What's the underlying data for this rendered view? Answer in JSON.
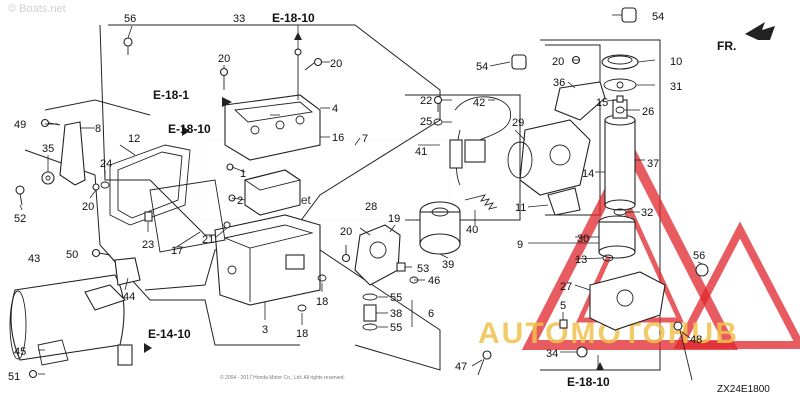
{
  "diagram": {
    "part_numbers": [
      {
        "id": "p56a",
        "text": "56"
      },
      {
        "id": "p33",
        "text": "33"
      },
      {
        "id": "p54a",
        "text": "54"
      },
      {
        "id": "p20a",
        "text": "20"
      },
      {
        "id": "p20b",
        "text": "20"
      },
      {
        "id": "p4",
        "text": "4"
      },
      {
        "id": "p49",
        "text": "49"
      },
      {
        "id": "p8",
        "text": "8"
      },
      {
        "id": "p12",
        "text": "12"
      },
      {
        "id": "p16",
        "text": "16"
      },
      {
        "id": "p7",
        "text": "7"
      },
      {
        "id": "p35",
        "text": "35"
      },
      {
        "id": "p24",
        "text": "24"
      },
      {
        "id": "p41",
        "text": "41"
      },
      {
        "id": "p1",
        "text": "1"
      },
      {
        "id": "p52",
        "text": "52"
      },
      {
        "id": "p20c",
        "text": "20"
      },
      {
        "id": "p2",
        "text": "2"
      },
      {
        "id": "p23",
        "text": "23"
      },
      {
        "id": "p21",
        "text": "21"
      },
      {
        "id": "p17",
        "text": "17"
      },
      {
        "id": "p43",
        "text": "43"
      },
      {
        "id": "p50",
        "text": "50"
      },
      {
        "id": "p44",
        "text": "44"
      },
      {
        "id": "p45",
        "text": "45"
      },
      {
        "id": "p51",
        "text": "51"
      },
      {
        "id": "p3",
        "text": "3"
      },
      {
        "id": "p18a",
        "text": "18"
      },
      {
        "id": "p18b",
        "text": "18"
      },
      {
        "id": "p20d",
        "text": "20"
      },
      {
        "id": "p28",
        "text": "28"
      },
      {
        "id": "p19",
        "text": "19"
      },
      {
        "id": "p53",
        "text": "53"
      },
      {
        "id": "p46",
        "text": "46"
      },
      {
        "id": "p55a",
        "text": "55"
      },
      {
        "id": "p38",
        "text": "38"
      },
      {
        "id": "p6",
        "text": "6"
      },
      {
        "id": "p55b",
        "text": "55"
      },
      {
        "id": "p39",
        "text": "39"
      },
      {
        "id": "p40",
        "text": "40"
      },
      {
        "id": "p22",
        "text": "22"
      },
      {
        "id": "p42",
        "text": "42"
      },
      {
        "id": "p25",
        "text": "25"
      },
      {
        "id": "p29",
        "text": "29"
      },
      {
        "id": "p54b",
        "text": "54"
      },
      {
        "id": "p20e",
        "text": "20"
      },
      {
        "id": "p10",
        "text": "10"
      },
      {
        "id": "p36",
        "text": "36"
      },
      {
        "id": "p31",
        "text": "31"
      },
      {
        "id": "p15",
        "text": "15"
      },
      {
        "id": "p26",
        "text": "26"
      },
      {
        "id": "p14",
        "text": "14"
      },
      {
        "id": "p37",
        "text": "37"
      },
      {
        "id": "p11",
        "text": "11"
      },
      {
        "id": "p32",
        "text": "32"
      },
      {
        "id": "p9",
        "text": "9"
      },
      {
        "id": "p30",
        "text": "30"
      },
      {
        "id": "p13",
        "text": "13"
      },
      {
        "id": "p56b",
        "text": "56"
      },
      {
        "id": "p27",
        "text": "27"
      },
      {
        "id": "p5",
        "text": "5"
      },
      {
        "id": "p48",
        "text": "48"
      },
      {
        "id": "p34",
        "text": "34"
      },
      {
        "id": "p47",
        "text": "47"
      }
    ],
    "references": [
      {
        "id": "e1810a",
        "text": "E-18-10"
      },
      {
        "id": "e181",
        "text": "E-18-1"
      },
      {
        "id": "e1810b",
        "text": "E-18-10"
      },
      {
        "id": "e1410",
        "text": "E-14-10"
      },
      {
        "id": "e1810c",
        "text": "E-18-10"
      }
    ],
    "front_label": "FR.",
    "diagram_code": "ZX24E1800",
    "copyright": "© 2004 - 2017 Honda Motor Co., Ltd. All rights reserved.",
    "watermark_top": "© Boats.net",
    "watermark_mid": "© Boats.net",
    "watermark_brand": "AUTOMOTOHUB"
  },
  "colors": {
    "line": "#222222",
    "watermark_red": "#e0262c",
    "watermark_gold": "#f2c14e",
    "watermark_grey": "#d9d9d9"
  }
}
